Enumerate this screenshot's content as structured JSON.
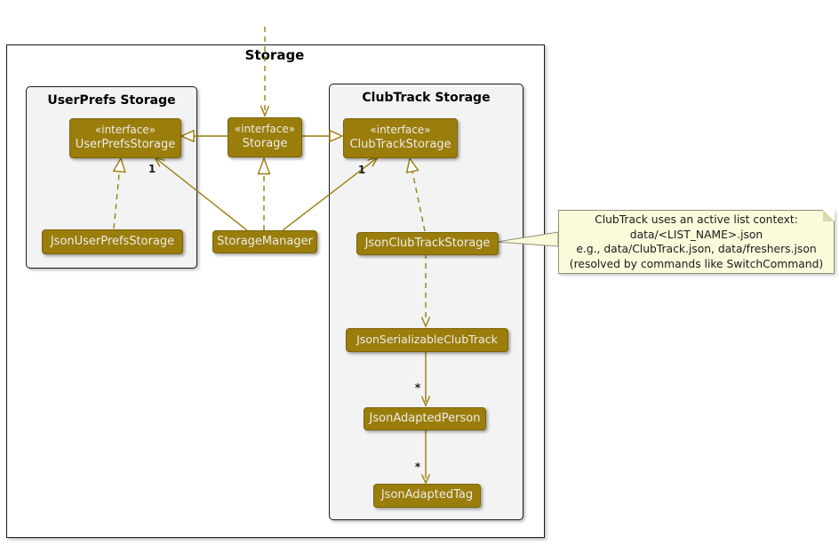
{
  "frame": {
    "title": "Storage"
  },
  "packages": {
    "user_prefs": {
      "title": "UserPrefs Storage"
    },
    "club_track": {
      "title": "ClubTrack Storage"
    }
  },
  "classes": {
    "user_prefs_storage": {
      "stereotype": "«interface»",
      "name": "UserPrefsStorage"
    },
    "storage_interface": {
      "stereotype": "«interface»",
      "name": "Storage"
    },
    "club_track_storage": {
      "stereotype": "«interface»",
      "name": "ClubTrackStorage"
    },
    "json_user_prefs_storage": {
      "name": "JsonUserPrefsStorage"
    },
    "storage_manager": {
      "name": "StorageManager"
    },
    "json_club_track_storage": {
      "name": "JsonClubTrackStorage"
    },
    "json_serializable_club_track": {
      "name": "JsonSerializableClubTrack"
    },
    "json_adapted_person": {
      "name": "JsonAdaptedPerson"
    },
    "json_adapted_tag": {
      "name": "JsonAdaptedTag"
    }
  },
  "multiplicities": {
    "user_prefs": "1",
    "club_track": "1",
    "person": "*",
    "tag": "*"
  },
  "note": {
    "lines": [
      "ClubTrack uses an active list context:",
      "data/<LIST_NAME>.json",
      "e.g., data/ClubTrack.json, data/freshers.json",
      "(resolved by commands like SwitchCommand)"
    ]
  },
  "colors": {
    "class_fill": "#9A7D0A",
    "class_text": "#EDEDED",
    "package_fill": "#F3F3F3",
    "note_fill": "#FBFBDB",
    "frame_border": "#1A1A1A"
  }
}
